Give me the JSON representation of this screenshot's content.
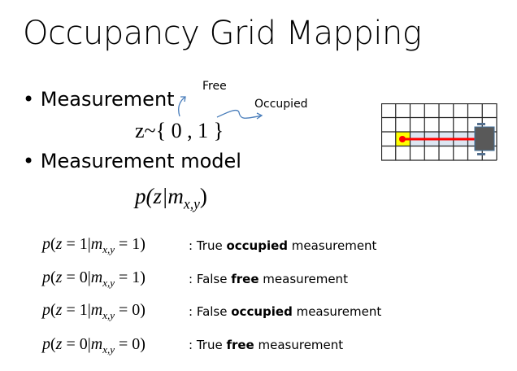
{
  "title": "Occupancy Grid Mapping",
  "bullets": [
    "Measurement",
    "Measurement model"
  ],
  "measurement_expr": "z~{ 0 , 1 }",
  "annotations": {
    "free": "Free",
    "occupied": "Occupied"
  },
  "model_expr": {
    "prefix": "p(z|m",
    "sub": "x,y",
    "suffix": ")"
  },
  "rows": [
    {
      "z": "1",
      "m": "1",
      "label_pre": ": True ",
      "label_bold": "occupied",
      "label_post": " measurement"
    },
    {
      "z": "0",
      "m": "1",
      "label_pre": ": False ",
      "label_bold": "free",
      "label_post": " measurement"
    },
    {
      "z": "1",
      "m": "0",
      "label_pre": ": False ",
      "label_bold": "occupied",
      "label_post": " measurement"
    },
    {
      "z": "0",
      "m": "0",
      "label_pre": ": True ",
      "label_bold": "free",
      "label_post": " measurement"
    }
  ],
  "colors": {
    "arrow": "#4a7ebb",
    "beam": "#ff0000",
    "hit_cell": "#ffff00",
    "band": "#dce6f2",
    "robot": "#595959"
  }
}
